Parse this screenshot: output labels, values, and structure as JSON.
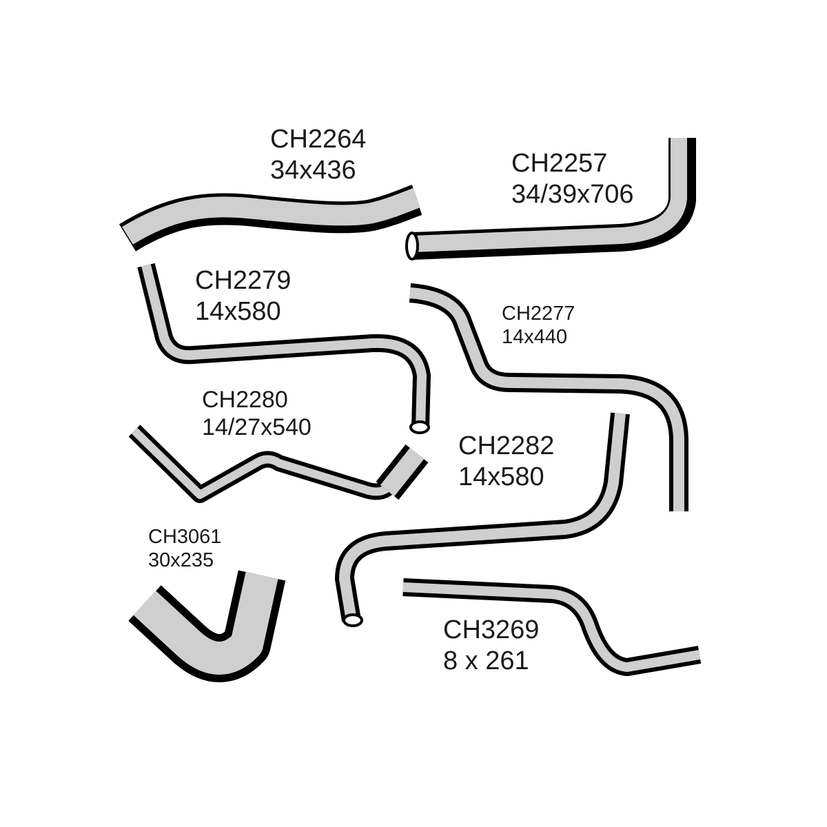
{
  "diagram": {
    "colors": {
      "hose_outline": "#000000",
      "hose_fill": "#cfcfcf",
      "background": "#ffffff",
      "text": "#1a1a1a"
    },
    "hoses": [
      {
        "part_number": "CH2264",
        "size": "34x436"
      },
      {
        "part_number": "CH2257",
        "size": "34/39x706"
      },
      {
        "part_number": "CH2279",
        "size": "14x580"
      },
      {
        "part_number": "CH2277",
        "size": "14x440"
      },
      {
        "part_number": "CH2280",
        "size": "14/27x540"
      },
      {
        "part_number": "CH2282",
        "size": "14x580"
      },
      {
        "part_number": "CH3061",
        "size": "30x235"
      },
      {
        "part_number": "CH3269",
        "size": "8 x 261"
      }
    ]
  }
}
